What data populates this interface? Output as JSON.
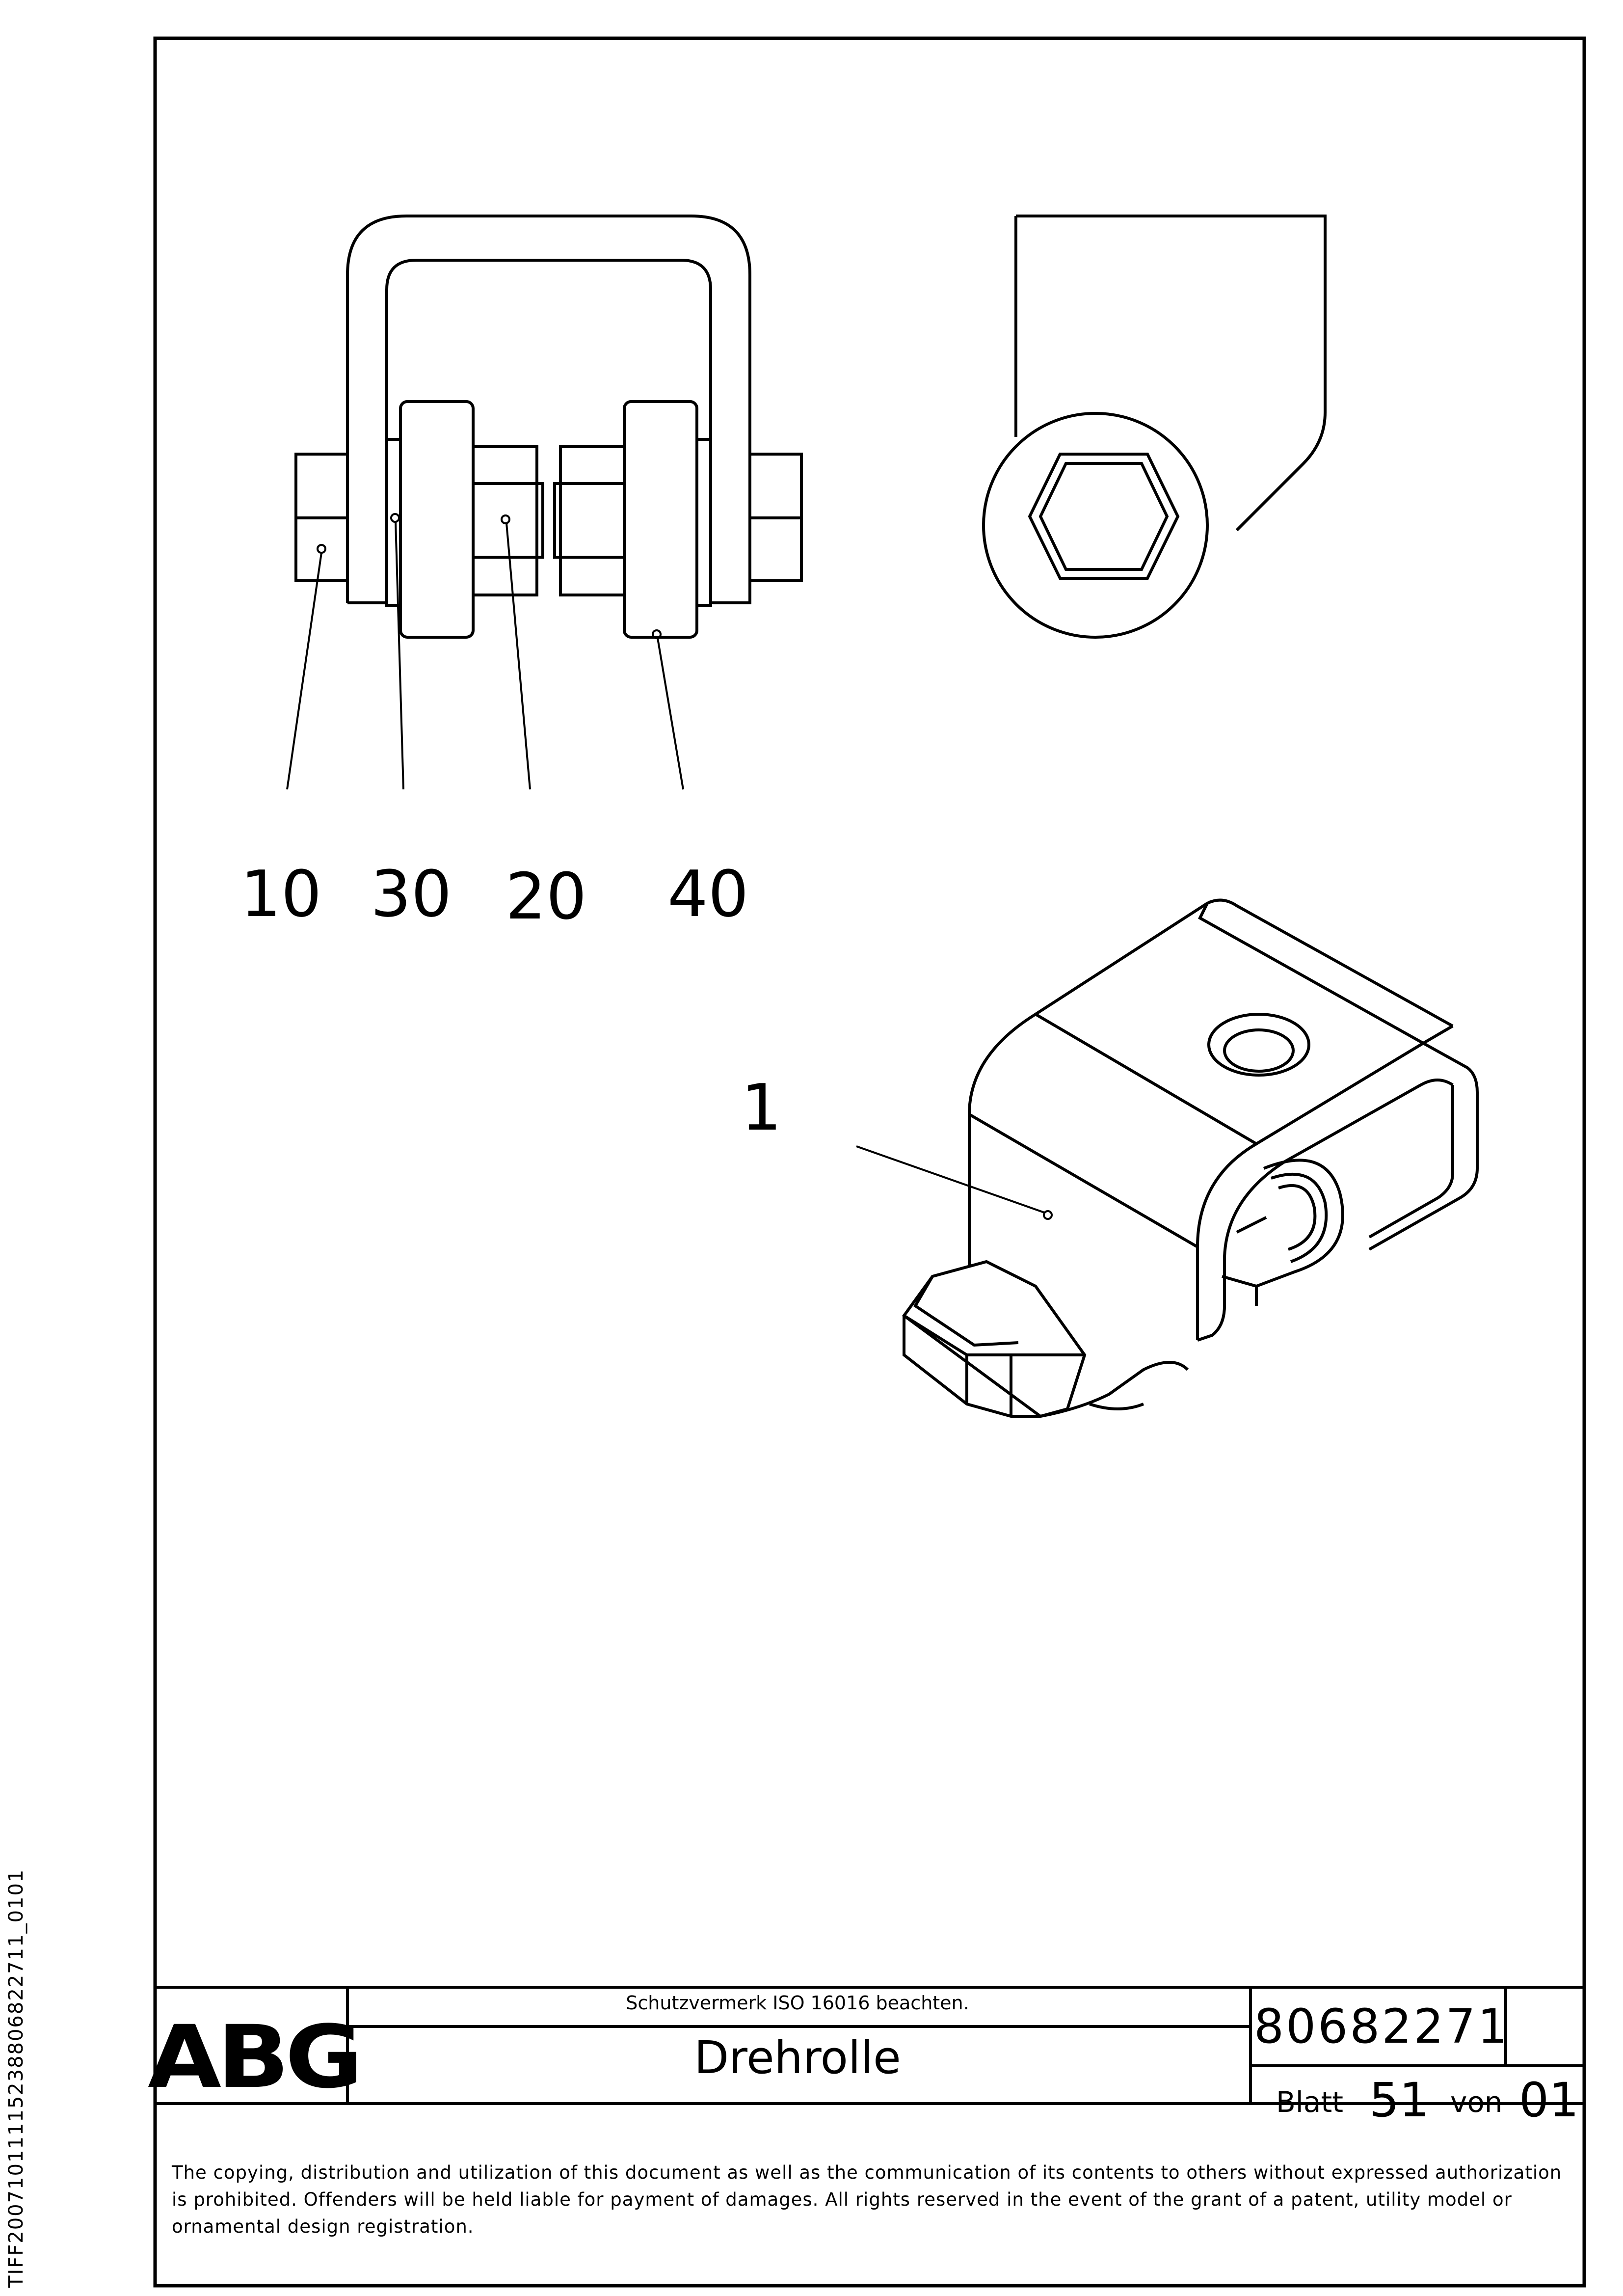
{
  "side_code": "TIFF20071011115238806822711_0101",
  "balloons": [
    {
      "label": "10"
    },
    {
      "label": "30"
    },
    {
      "label": "20"
    },
    {
      "label": "40"
    },
    {
      "label": "1"
    }
  ],
  "title_block": {
    "logo": "ABG",
    "protection_note": "Schutzvermerk ISO 16016 beachten.",
    "title": "Drehrolle",
    "document_number": "80682271",
    "sheet_label": "Blatt",
    "sheet_number": "51",
    "of_label": "von",
    "sheet_total": "01"
  },
  "copyright": [
    "The copying, distribution and utilization of this document as well as the communication of its contents to others without expressed authorization",
    "is prohibited. Offenders will be held liable for payment of damages. All rights reserved in the event of the grant of a patent, utility model or",
    "ornamental design registration."
  ]
}
